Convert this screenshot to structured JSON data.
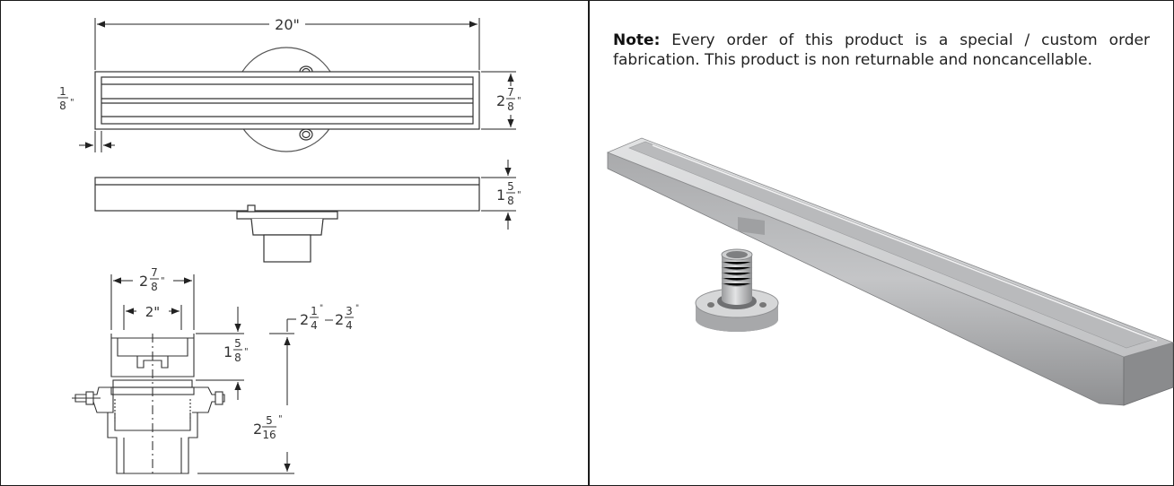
{
  "note": {
    "label": "Note:",
    "text": " Every order of this product is a special / custom order fabrication. This product is non returnable and noncancellable."
  },
  "dimensions": {
    "overall_length": "20\"",
    "flange": {
      "whole": "",
      "num": "1",
      "den": "8",
      "unit": "\""
    },
    "width": {
      "whole": "2",
      "num": "7",
      "den": "8",
      "unit": "\""
    },
    "height": {
      "whole": "1",
      "num": "5",
      "den": "8",
      "unit": "\""
    },
    "outlet_outer": {
      "whole": "2",
      "num": "7",
      "den": "8",
      "unit": "\""
    },
    "outlet_inner": "2\"",
    "adjust_range": {
      "a_whole": "2",
      "a_num": "1",
      "a_den": "4",
      "b_whole": "2",
      "b_num": "3",
      "b_den": "4",
      "unit": "\""
    },
    "body_height": {
      "whole": "1",
      "num": "5",
      "den": "8",
      "unit": "\""
    },
    "outlet_depth": {
      "whole": "2",
      "num": "5",
      "den": "16",
      "unit": "\""
    }
  },
  "colors": {
    "line": "#333333",
    "steel_light": "#c9cacb",
    "steel_dark": "#8e8f91"
  }
}
